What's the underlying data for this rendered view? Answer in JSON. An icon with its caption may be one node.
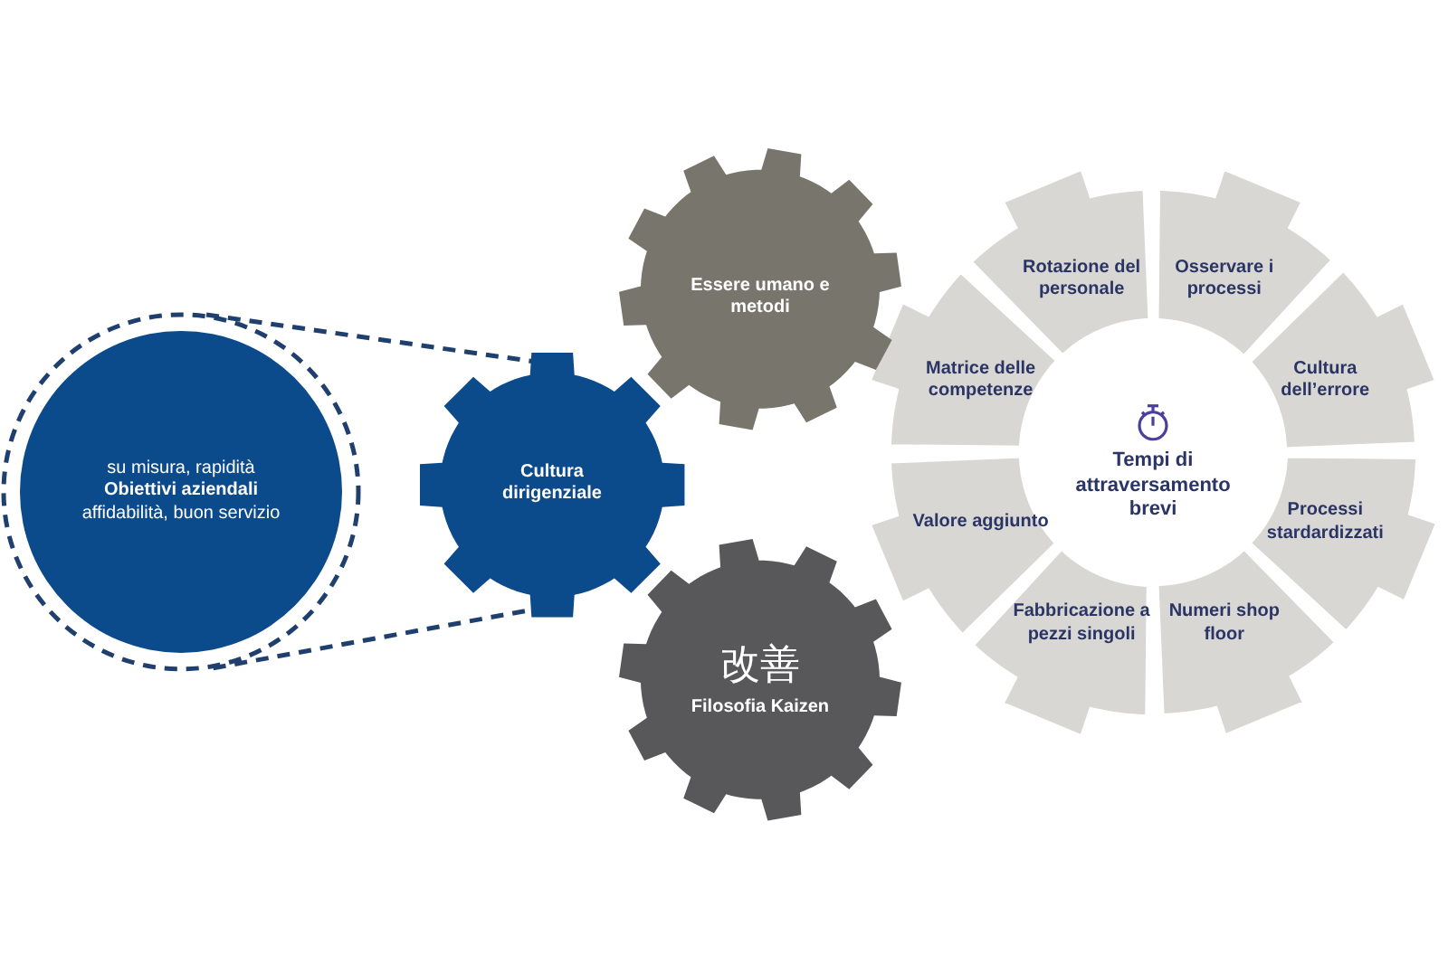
{
  "diagram": {
    "nodes": [
      {
        "text": [
          "su misura, rapidità",
          "Obiettivi aziendali",
          "affidabilità, buon servizio"
        ]
      },
      {
        "text": [
          "Cultura dirigenziale"
        ]
      },
      {
        "text": [
          "Essere umano e metodi"
        ]
      },
      {
        "text": [
          "改善",
          "Filosofia Kaizen"
        ]
      },
      {
        "text": [
          "Tempi di attraversamento brevi"
        ]
      },
      {
        "text": [
          "Rotazione del personale"
        ]
      },
      {
        "text": [
          "Osservare i processi"
        ]
      },
      {
        "text": [
          "Cultura dell’errore"
        ]
      },
      {
        "text": [
          "Processi stardardizzati"
        ]
      },
      {
        "text": [
          "Numeri shop floor"
        ]
      },
      {
        "text": [
          "Fabbricazione a pezzi singoli"
        ]
      },
      {
        "text": [
          "Valore aggiunto"
        ]
      },
      {
        "text": [
          "Matrice delle competenze"
        ]
      }
    ],
    "edges": [
      {
        "from": 0,
        "to": 1,
        "arrow": "none",
        "style": "dashed"
      },
      {
        "from": 0,
        "to": 1,
        "arrow": "none",
        "style": "dashed"
      }
    ]
  }
}
